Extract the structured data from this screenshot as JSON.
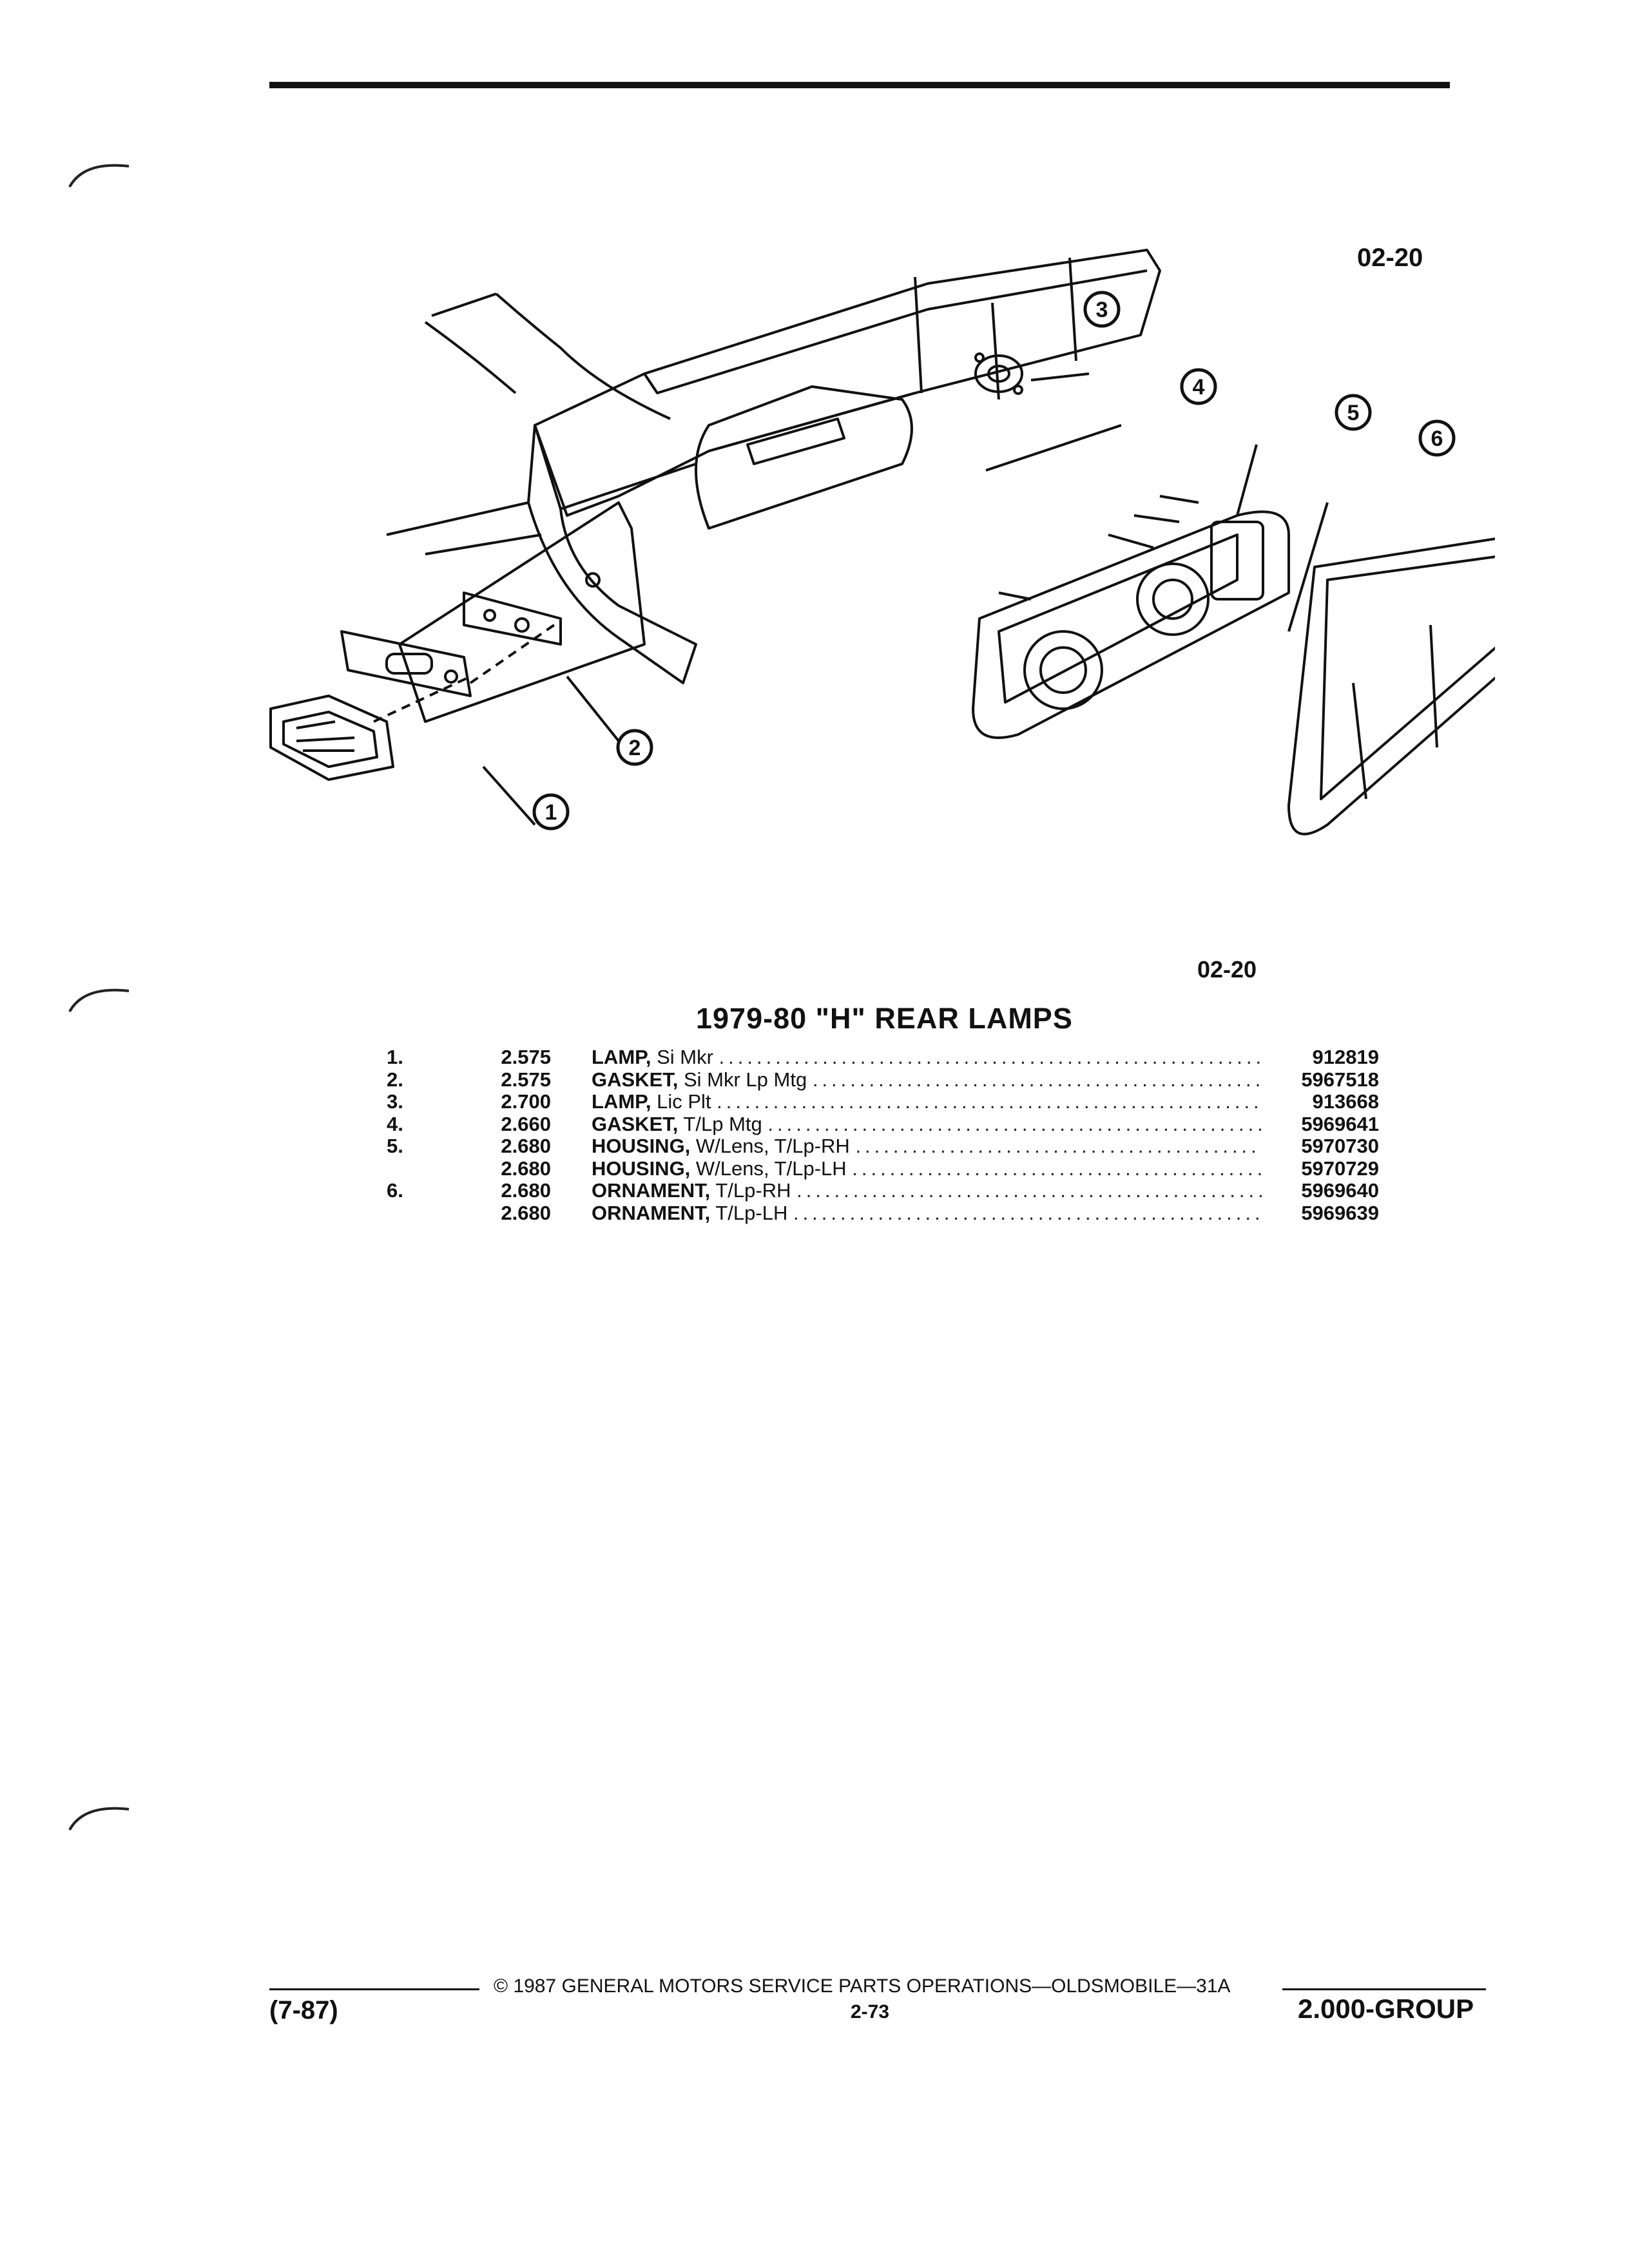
{
  "figure": {
    "code_top": "02-20",
    "code_bottom": "02-20",
    "callouts": [
      "1",
      "2",
      "3",
      "4",
      "5",
      "6"
    ]
  },
  "section_title": "1979-80 \"H\" REAR LAMPS",
  "parts": [
    {
      "item": "1.",
      "group": "2.575",
      "name": "LAMP,",
      "desc": "Si Mkr",
      "part_no": "912819"
    },
    {
      "item": "2.",
      "group": "2.575",
      "name": "GASKET,",
      "desc": "Si Mkr Lp Mtg",
      "part_no": "5967518"
    },
    {
      "item": "3.",
      "group": "2.700",
      "name": "LAMP,",
      "desc": "Lic Plt",
      "part_no": "913668"
    },
    {
      "item": "4.",
      "group": "2.660",
      "name": "GASKET,",
      "desc": "T/Lp Mtg",
      "part_no": "5969641"
    },
    {
      "item": "5.",
      "group": "2.680",
      "name": "HOUSING,",
      "desc": "W/Lens, T/Lp-RH",
      "part_no": "5970730"
    },
    {
      "item": "",
      "group": "2.680",
      "name": "HOUSING,",
      "desc": "W/Lens, T/Lp-LH",
      "part_no": "5970729"
    },
    {
      "item": "6.",
      "group": "2.680",
      "name": "ORNAMENT,",
      "desc": "T/Lp-RH",
      "part_no": "5969640"
    },
    {
      "item": "",
      "group": "2.680",
      "name": "ORNAMENT,",
      "desc": "T/Lp-LH",
      "part_no": "5969639"
    }
  ],
  "footer": {
    "copyright": "© 1987 GENERAL MOTORS SERVICE PARTS OPERATIONS—OLDSMOBILE—31A",
    "date_code": "(7-87)",
    "page": "2-73",
    "group": "2.000-GROUP"
  }
}
